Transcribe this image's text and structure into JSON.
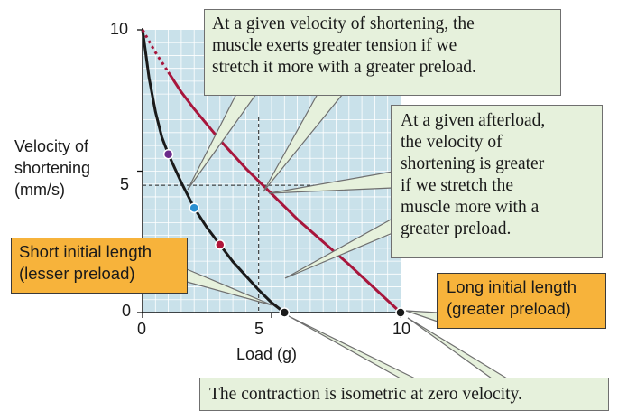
{
  "chart_data": {
    "type": "line",
    "xlabel": "Load (g)",
    "ylabel": "Velocity of shortening (mm/s)",
    "ylabel_lines": [
      "Velocity of",
      "shortening",
      "(mm/s)"
    ],
    "xlim": [
      0,
      10
    ],
    "ylim": [
      0,
      10
    ],
    "xticks": [
      "0",
      "5",
      "10"
    ],
    "yticks": [
      "0",
      "5",
      "10"
    ],
    "series": [
      {
        "color": "#1a1a1a",
        "x": [
          0,
          0.25,
          0.5,
          0.75,
          1,
          1.5,
          2,
          2.5,
          3,
          3.5,
          4,
          4.5,
          5,
          5.5
        ],
        "y": [
          10,
          8.3,
          7.1,
          6.2,
          5.6,
          4.6,
          3.7,
          3.0,
          2.4,
          1.8,
          1.3,
          0.8,
          0.35,
          0
        ],
        "extrapolated_dotted_to": null
      },
      {
        "color": "#a8163c",
        "x": [
          0,
          0.5,
          1,
          1.5,
          2,
          3,
          4,
          5,
          6,
          7,
          8,
          9,
          10
        ],
        "y": [
          10,
          9.2,
          8.5,
          7.8,
          7.2,
          6.1,
          5.1,
          4.2,
          3.3,
          2.5,
          1.7,
          0.85,
          0
        ],
        "dotted_until_x": 1
      }
    ],
    "markers": [
      {
        "x": 1,
        "y": 5.6,
        "color": "#6a2a8a"
      },
      {
        "x": 2,
        "y": 3.7,
        "color": "#2a8fd0"
      },
      {
        "x": 3,
        "y": 2.4,
        "color": "#b0153a"
      },
      {
        "x": 5.5,
        "y": 0,
        "color": "#1a1a1a"
      },
      {
        "x": 10,
        "y": 0,
        "color": "#1a1a1a"
      }
    ],
    "reference_lines": {
      "x": 4.5,
      "y": 4.5
    },
    "grid": true,
    "annotations": {
      "top": [
        "At a given velocity of shortening, the",
        "muscle exerts greater tension if we",
        "stretch it more with a greater preload."
      ],
      "right": [
        "At a given afterload,",
        "the velocity of",
        "shortening is greater",
        "if we stretch the",
        "muscle more with a",
        "greater preload."
      ],
      "short_length": [
        "Short initial length",
        "(lesser preload)"
      ],
      "long_length": [
        "Long initial length",
        "(greater preload)"
      ],
      "bottom": "The contraction is isometric at zero velocity."
    }
  },
  "colors": {
    "plot_bg": "#c9e1ea",
    "grid": "#ffffff",
    "callout_bg": "#e6f1dc",
    "orange": "#f7b33b"
  }
}
